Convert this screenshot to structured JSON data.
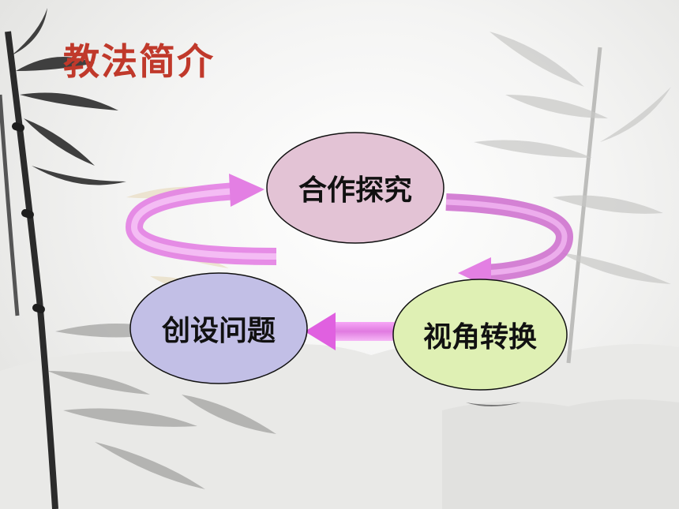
{
  "title": "教法简介",
  "nodes": [
    {
      "id": "hzt",
      "label": "合作探究",
      "fill": "#e3c3d5"
    },
    {
      "id": "cswt",
      "label": "创设问题",
      "fill": "#c2bfe6"
    },
    {
      "id": "sjzh",
      "label": "视角转换",
      "fill": "#dff0b4"
    }
  ],
  "edges": [
    {
      "from": "cswt",
      "to": "hzt"
    },
    {
      "from": "hzt",
      "to": "sjzh"
    },
    {
      "from": "sjzh",
      "to": "cswt"
    }
  ],
  "colors": {
    "title": "#c0392b",
    "arrow": "#ee82ee",
    "arrow_dark": "#d060d0"
  }
}
